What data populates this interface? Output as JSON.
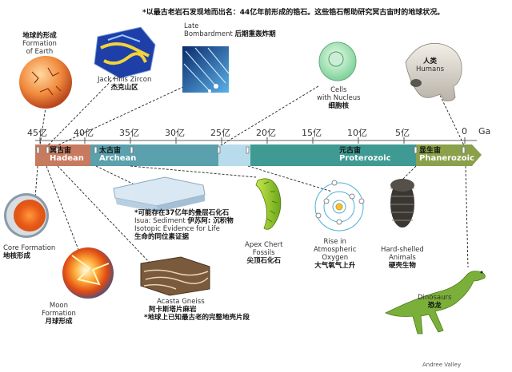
{
  "top_note": "*以最古老岩石发现地而出名：44亿年前形成的锆石。这些锆石帮助研究冥古宙时的地球状况。",
  "axis": {
    "ticks": [
      {
        "value": 45,
        "label": "45亿"
      },
      {
        "value": 40,
        "label": "40亿"
      },
      {
        "value": 35,
        "label": "35亿"
      },
      {
        "value": 30,
        "label": "30亿"
      },
      {
        "value": 25,
        "label": "25亿"
      },
      {
        "value": 20,
        "label": "20亿"
      },
      {
        "value": 15,
        "label": "15亿"
      },
      {
        "value": 10,
        "label": "10亿"
      },
      {
        "value": 5,
        "label": "5亿"
      },
      {
        "value": 0,
        "label": "0"
      }
    ],
    "unit": "Ga"
  },
  "eons": {
    "hadean": {
      "cn": "冥古宙",
      "en": "Hadean",
      "color": "#c77a5e"
    },
    "archean": {
      "cn": "太古宙",
      "en": "Archean",
      "color": "#5aa0ad"
    },
    "proterozoic": {
      "cn": "元古宙",
      "en": "Proterozoic",
      "color": "#3e9a92"
    },
    "phanerozoic": {
      "cn": "显生宙",
      "en": "Phanerozoic",
      "color": "#8aa04a"
    }
  },
  "events": {
    "earth_formation": {
      "cn": "地球的形成",
      "en1": "Formation",
      "en2": "of Earth"
    },
    "jack_hills": {
      "en": "Jack Hills Zircon",
      "cn": "杰克山区"
    },
    "late_bombardment": {
      "en1": "Late",
      "en2": "Bombardment",
      "cn": "后期重轰炸期"
    },
    "cells": {
      "en1": "Cells",
      "en2": "with Nucleus",
      "cn": "细胞核"
    },
    "humans": {
      "cn": "人类",
      "en": "Humans"
    },
    "core": {
      "en": "Core Formation",
      "cn": "地核形成"
    },
    "moon": {
      "en1": "Moon",
      "en2": "Formation",
      "cn": "月球形成"
    },
    "isua": {
      "note": "*可能存在37亿年的叠层石化石",
      "en1": "Isua: Sediment",
      "cn1": "伊苏阿: 沉积物",
      "en2": "Isotopic Evidence for Life",
      "cn2": "生命的同位素证据"
    },
    "acasta": {
      "en": "Acasta Gneiss",
      "cn": "阿卡斯塔片麻岩",
      "note": "*地球上已知最古老的完整地壳片段"
    },
    "apex": {
      "en1": "Apex Chert",
      "en2": "Fossils",
      "cn": "尖顶石化石"
    },
    "oxygen": {
      "en1": "Rise in",
      "en2": "Atmospheric",
      "en3": "Oxygen",
      "cn": "大气氧气上升"
    },
    "hardshell": {
      "en1": "Hard-shelled",
      "en2": "Animals",
      "cn": "硬壳生物"
    },
    "dinosaurs": {
      "en": "Dinosaurs",
      "cn": "恐龙"
    }
  },
  "credit": "Andree Valley"
}
